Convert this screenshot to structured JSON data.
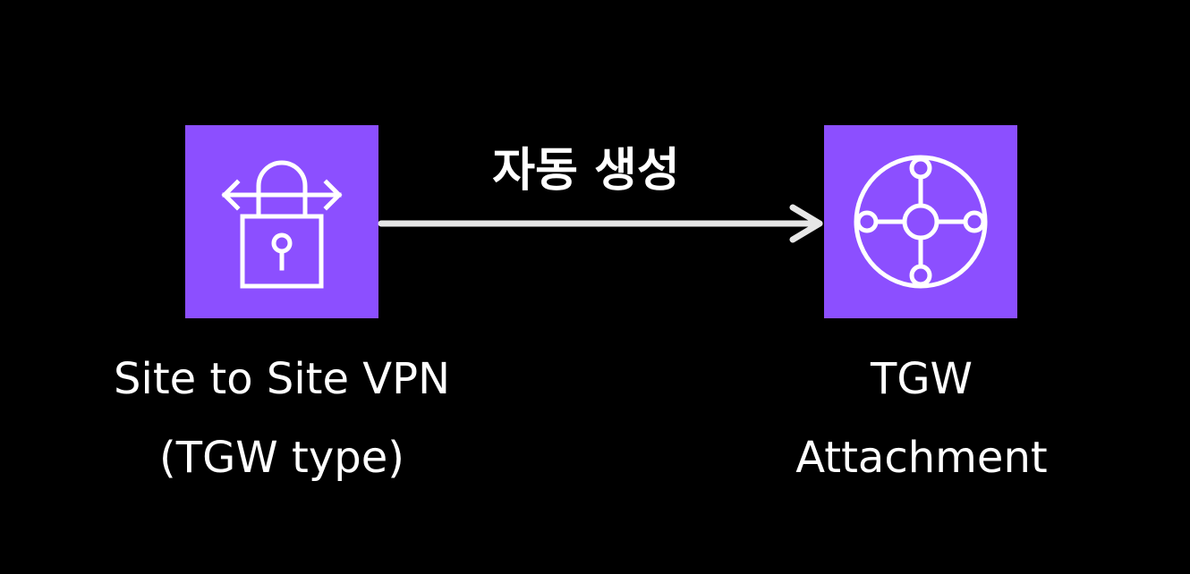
{
  "colors": {
    "background": "#000000",
    "node_fill": "#8c4fff",
    "icon_stroke": "#ffffff",
    "arrow": "#e6e6e6",
    "text": "#ffffff"
  },
  "diagram": {
    "source": {
      "icon": "vpn-lock-icon",
      "label_line1": "Site to Site VPN",
      "label_line2": "(TGW type)"
    },
    "target": {
      "icon": "transit-gateway-icon",
      "label_line1": "TGW",
      "label_line2": "Attachment"
    },
    "edge": {
      "label": "자동 생성"
    }
  }
}
